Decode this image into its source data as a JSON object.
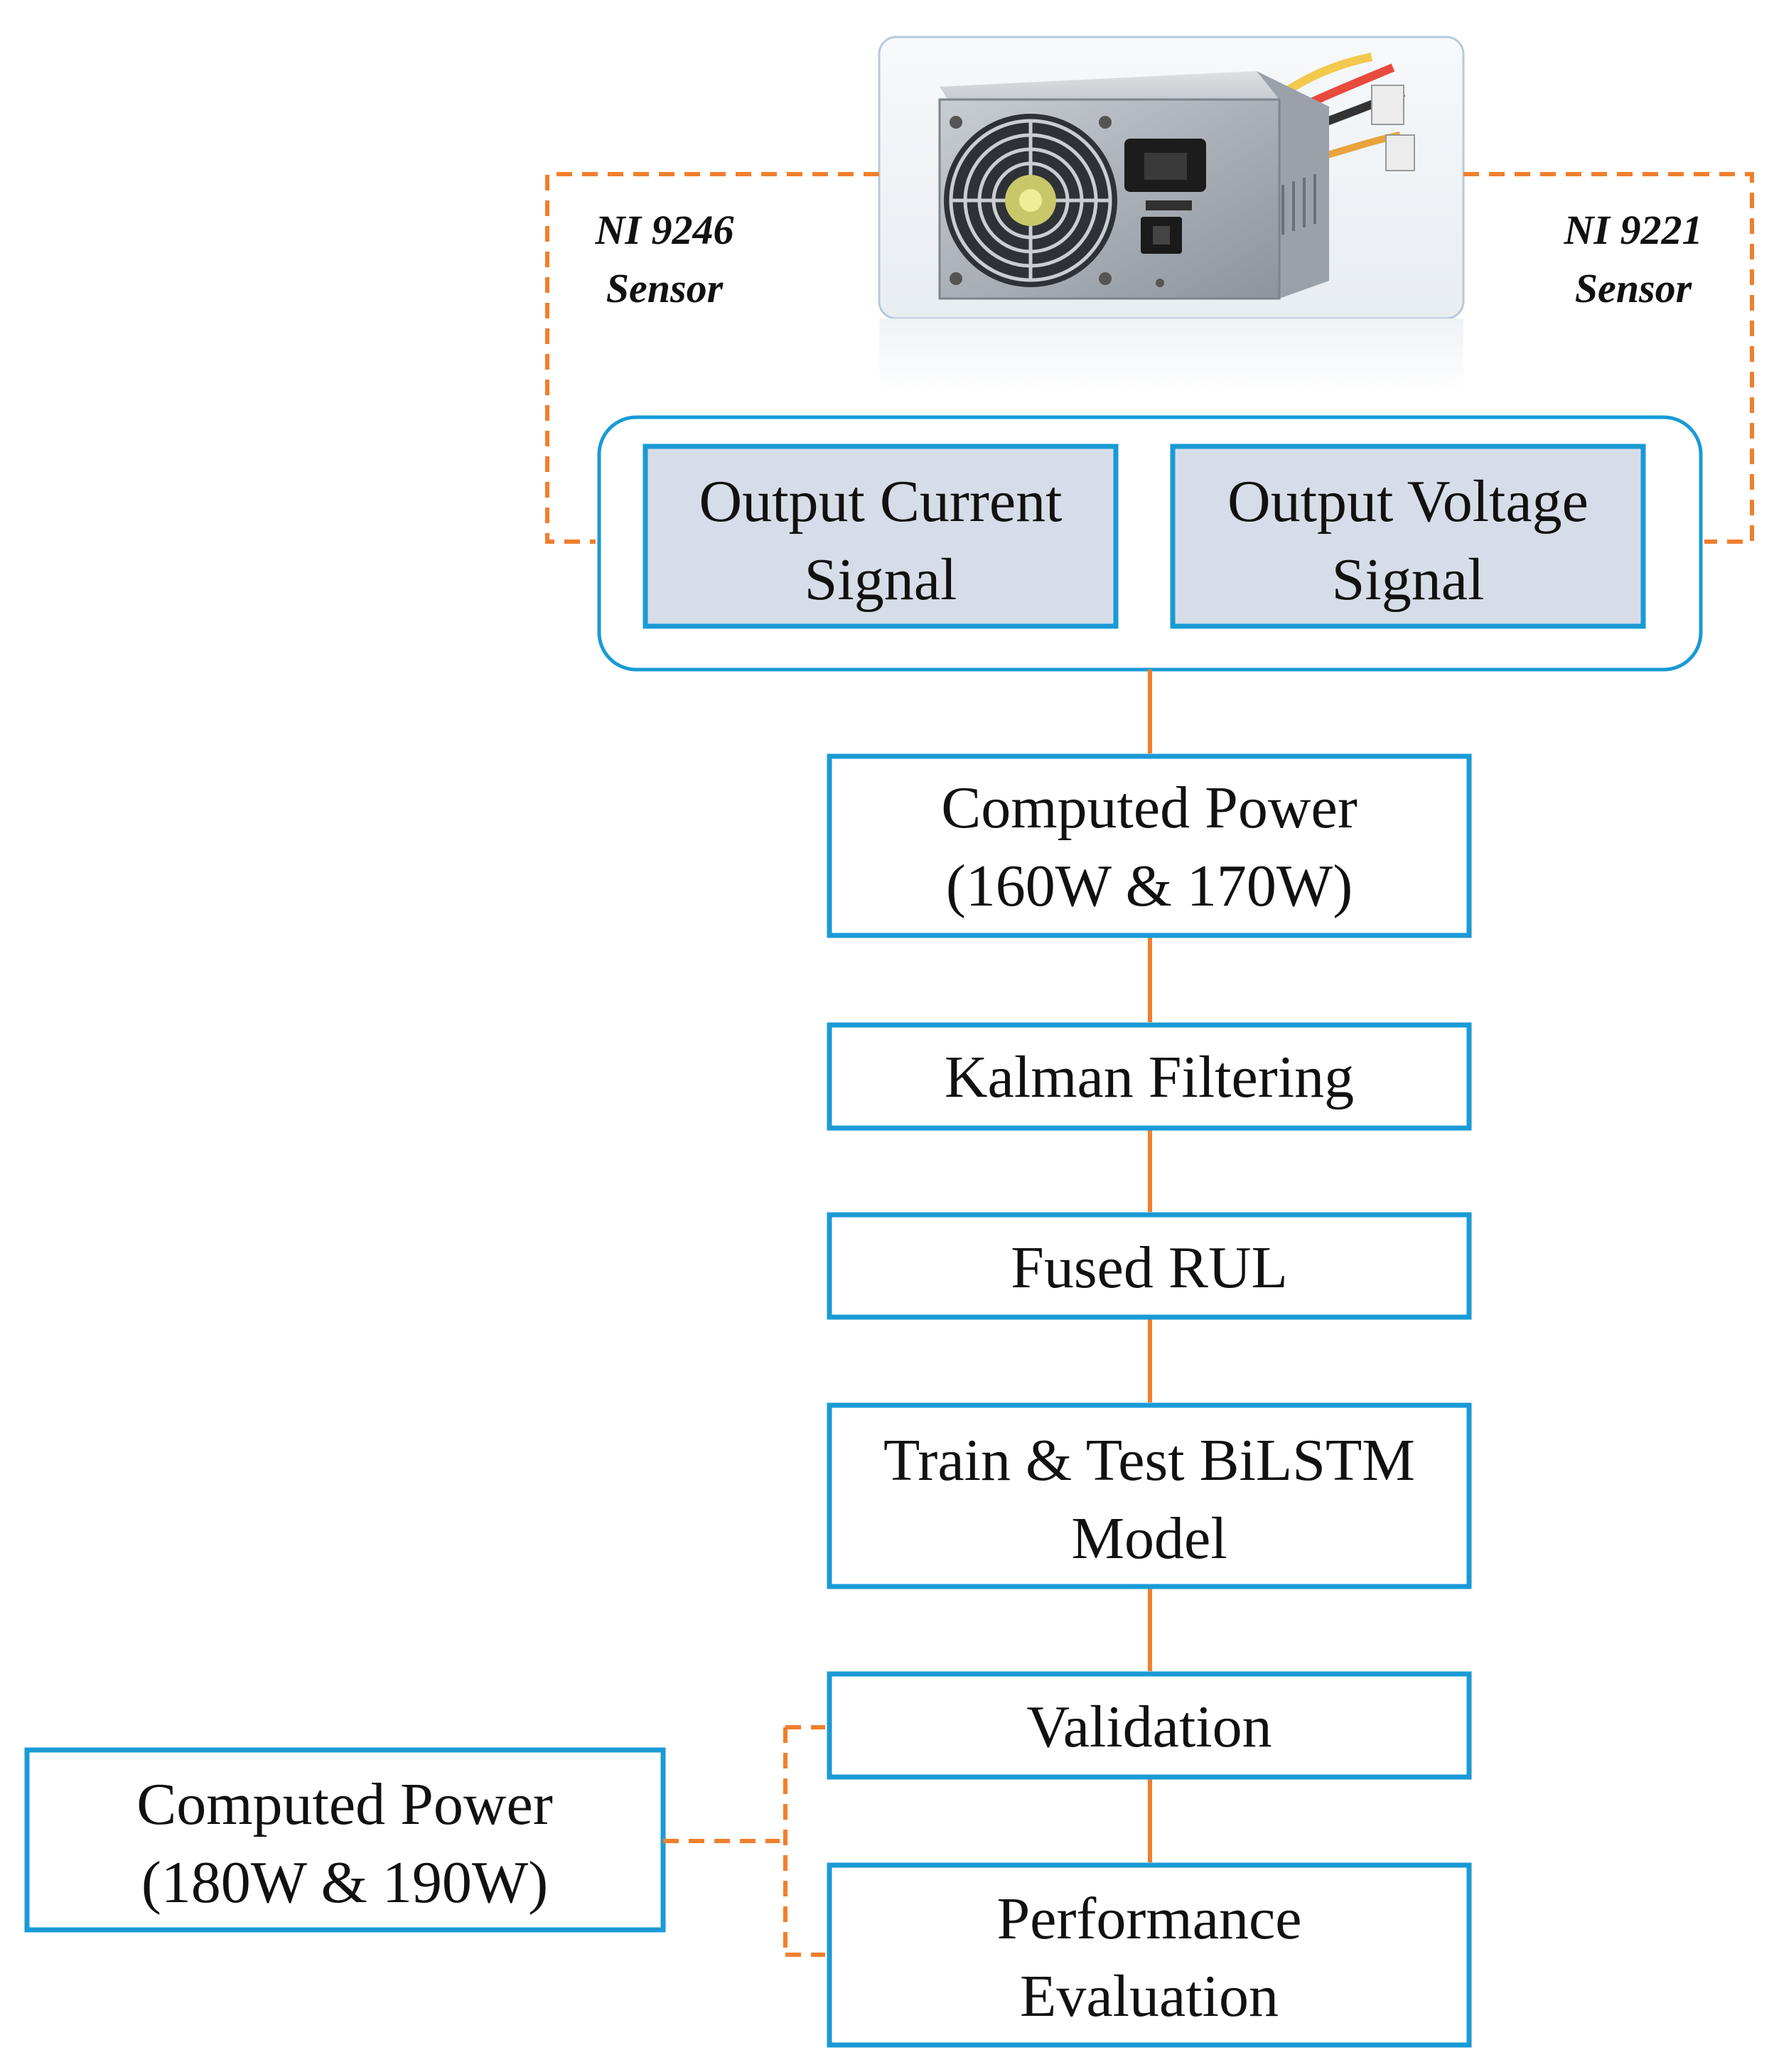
{
  "colors": {
    "box_border": "#1a9ad6",
    "signal_fill": "#d6dde8",
    "arrow": "#f07f2d",
    "text": "#111111"
  },
  "psu_image": {
    "icon": "power-supply-unit-photo"
  },
  "sensors": {
    "left": {
      "line1": "NI 9246",
      "line2": "Sensor"
    },
    "right": {
      "line1": "NI 9221",
      "line2": "Sensor"
    }
  },
  "signals": {
    "current": {
      "line1": "Output Current",
      "line2": "Signal"
    },
    "voltage": {
      "line1": "Output Voltage",
      "line2": "Signal"
    }
  },
  "flow": {
    "computed_power": {
      "line1": "Computed Power",
      "line2": "(160W & 170W)"
    },
    "kalman": {
      "line1": "Kalman Filtering"
    },
    "fused_rul": {
      "line1": "Fused RUL"
    },
    "bilstm": {
      "line1": "Train & Test BiLSTM",
      "line2": "Model"
    },
    "validation": {
      "line1": "Validation"
    },
    "performance": {
      "line1": "Performance",
      "line2": "Evaluation"
    }
  },
  "side_input": {
    "line1": "Computed Power",
    "line2": "(180W & 190W)"
  }
}
